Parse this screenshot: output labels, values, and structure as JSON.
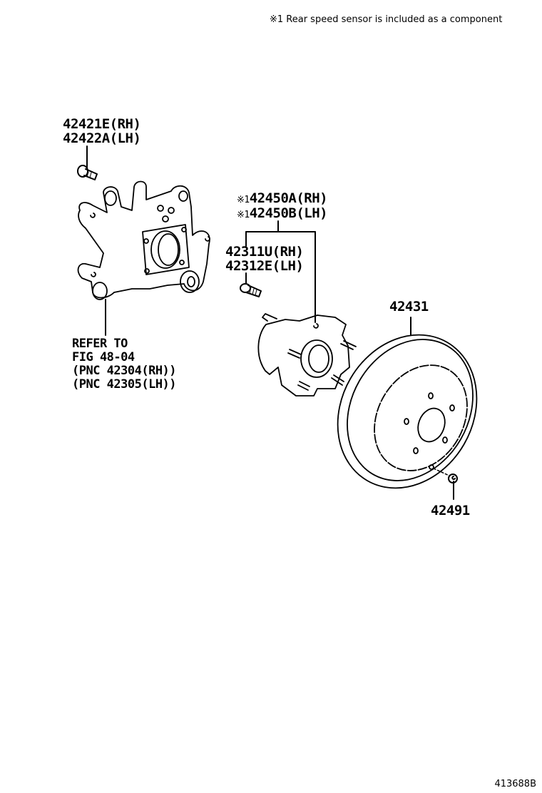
{
  "note": {
    "symbol": "※1",
    "text": "※1 Rear speed sensor is included as a component"
  },
  "parts": {
    "knuckle_bolt": {
      "line1": "42421E(RH)",
      "line2": "42422A(LH)"
    },
    "hub_bearing": {
      "line1_mark": "※1",
      "line1": "42450A(RH)",
      "line2_mark": "※1",
      "line2": "42450B(LH)"
    },
    "hub_bolt": {
      "line1": "42311U(RH)",
      "line2": "42312E(LH)"
    },
    "disc": {
      "label": "42431"
    },
    "disc_screw": {
      "label": "42491"
    },
    "knuckle_ref": {
      "line1": "REFER TO",
      "line2": "FIG 48-04",
      "line3": "(PNC 42304(RH))",
      "line4": "(PNC 42305(LH))"
    }
  },
  "figure_id": "413688B"
}
